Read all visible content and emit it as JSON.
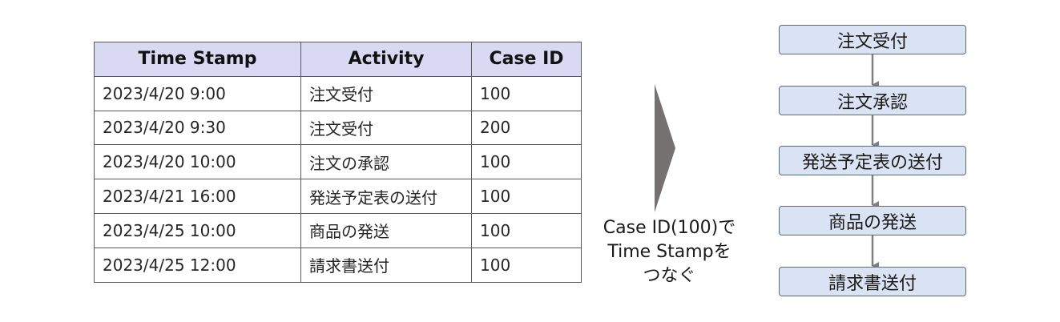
{
  "event_log": {
    "headers": [
      "Time Stamp",
      "Activity",
      "Case ID"
    ],
    "rows": [
      [
        "2023/4/20 9:00",
        "注文受付",
        "100"
      ],
      [
        "2023/4/20 9:30",
        "注文受付",
        "200"
      ],
      [
        "2023/4/20 10:00",
        "注文の承認",
        "100"
      ],
      [
        "2023/4/21 16:00",
        "発送予定表の送付",
        "100"
      ],
      [
        "2023/4/25 10:00",
        "商品の発送",
        "100"
      ],
      [
        "2023/4/25 12:00",
        "請求書送付",
        "100"
      ]
    ]
  },
  "caption": {
    "line1": "Case ID(100)で",
    "line2": "Time Stampを",
    "line3": "つなぐ"
  },
  "flow": {
    "steps": [
      "注文受付",
      "注文承認",
      "発送予定表の送付",
      "商品の発送",
      "請求書送付"
    ]
  },
  "colors": {
    "header_fill": "#d9d9f3",
    "flow_box_fill": "#dae3f3",
    "chevron": "#767171",
    "connector": "#7f7f7f"
  }
}
